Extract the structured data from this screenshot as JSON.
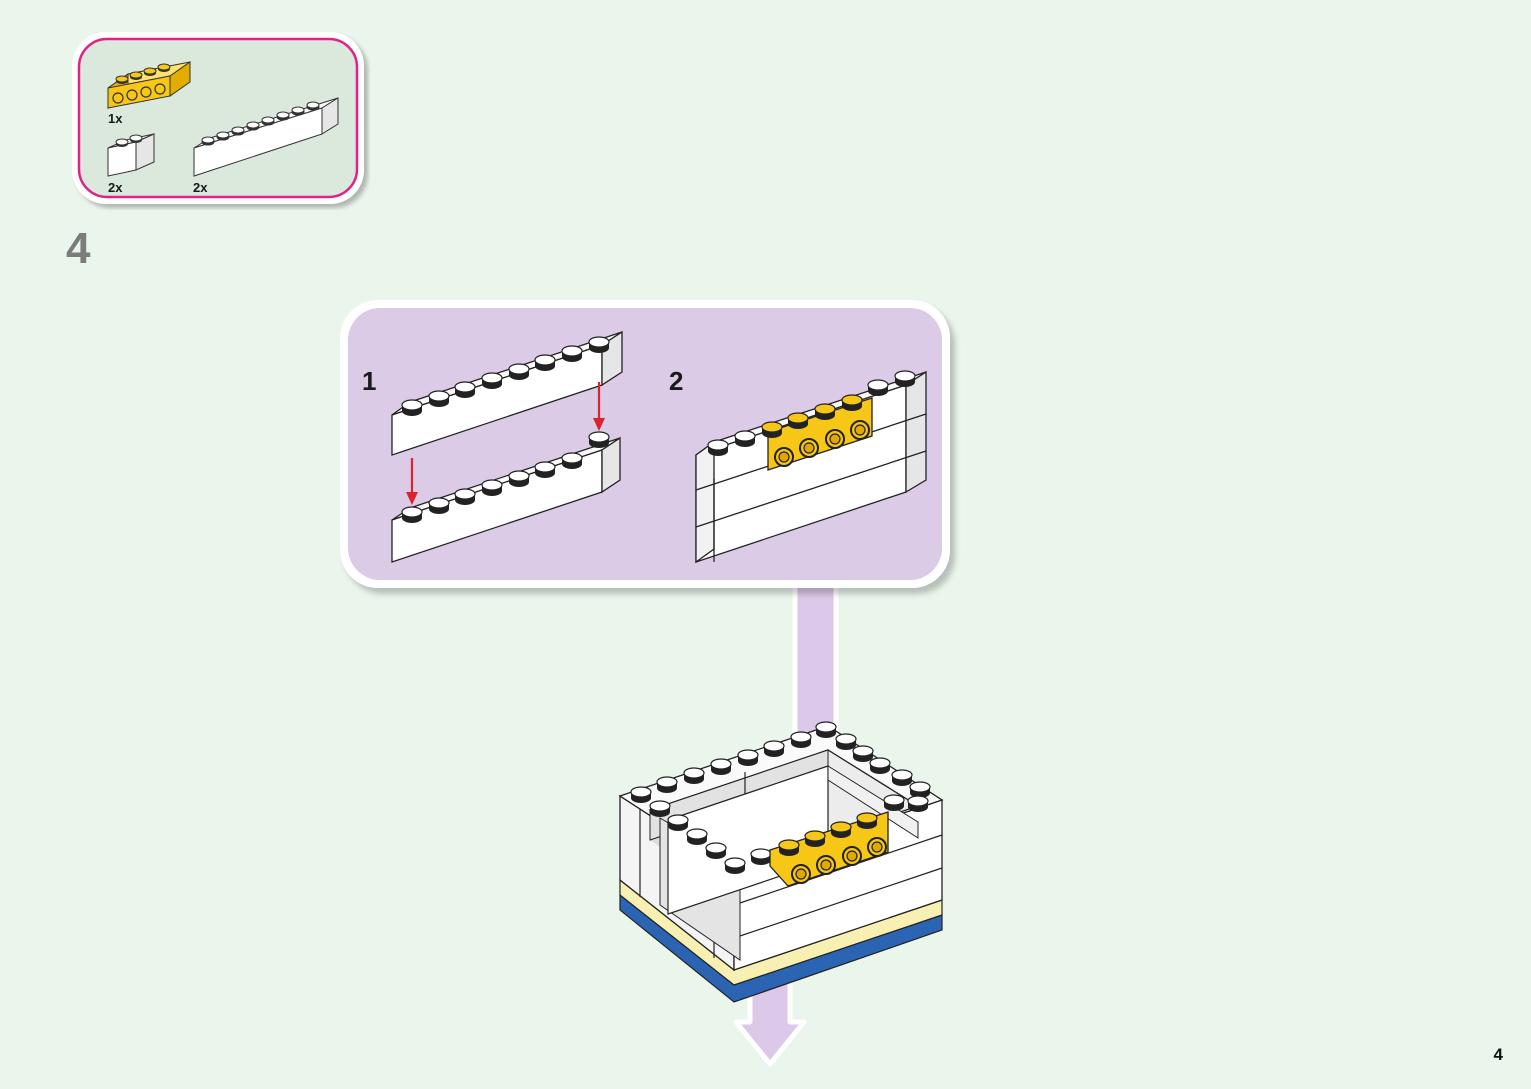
{
  "parts_list": {
    "items": [
      {
        "color": "yellow",
        "qty": "1x",
        "icon": "brick-1x4-technic-icon"
      },
      {
        "color": "white",
        "qty": "2x",
        "icon": "brick-1x2-icon"
      },
      {
        "color": "white",
        "qty": "2x",
        "icon": "brick-1x8-icon"
      }
    ],
    "border_color": "#e0218a"
  },
  "step": {
    "number": "4",
    "substeps": [
      {
        "label": "1"
      },
      {
        "label": "2"
      }
    ]
  },
  "page": {
    "number": "4"
  },
  "colors": {
    "background": "#eaf5ec",
    "callout": "#dccbe6",
    "arrow": "#dcc8e8",
    "yellow": "#f7c718",
    "red_arrow": "#d9232e",
    "blue": "#2a64b3",
    "light_yellow": "#f8f0b2"
  }
}
